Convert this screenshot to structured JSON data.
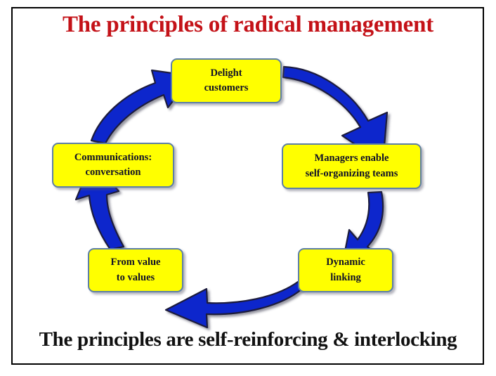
{
  "slide": {
    "title": "The principles of radical management",
    "caption": "The principles are self-reinforcing & interlocking",
    "title_color": "#C41218",
    "caption_color": "#111111",
    "background_color": "#FFFFFF",
    "border_color": "#000000"
  },
  "style": {
    "node_fill": "#FFFF00",
    "node_border": "#5D7FA6",
    "node_text_color": "#101028",
    "arrow_fill": "#1026CC",
    "arrow_outline": "#1C1C3C"
  },
  "diagram": {
    "type": "cycle",
    "direction": "clockwise",
    "nodes": [
      {
        "id": "delight",
        "label": "Delight\ncustomers",
        "line1": "Delight",
        "line2": "customers",
        "position": "top"
      },
      {
        "id": "managers",
        "label": "Managers enable\nself-organizing teams",
        "line1": "Managers enable",
        "line2": "self-organizing teams",
        "position": "right"
      },
      {
        "id": "dynamic",
        "label": "Dynamic\nlinking",
        "line1": "Dynamic",
        "line2": "linking",
        "position": "bottom-right"
      },
      {
        "id": "values",
        "label": "From value\nto values",
        "line1": "From value",
        "line2": "to values",
        "position": "bottom-left"
      },
      {
        "id": "communications",
        "label": "Communications:\nconversation",
        "line1": "Communications:",
        "line2": "conversation",
        "position": "left"
      }
    ],
    "arrows": [
      {
        "id": "arrow-delight-to-managers",
        "from": "delight",
        "to": "managers",
        "shape": "curve-right-down"
      },
      {
        "id": "arrow-managers-to-dynamic",
        "from": "managers",
        "to": "dynamic",
        "shape": "curve-down-left"
      },
      {
        "id": "arrow-dynamic-to-values",
        "from": "dynamic",
        "to": "values",
        "shape": "curve-left"
      },
      {
        "id": "arrow-values-to-communications",
        "from": "values",
        "to": "communications",
        "shape": "curve-up-left"
      },
      {
        "id": "arrow-communications-to-delight",
        "from": "communications",
        "to": "delight",
        "shape": "curve-up-right"
      }
    ]
  }
}
